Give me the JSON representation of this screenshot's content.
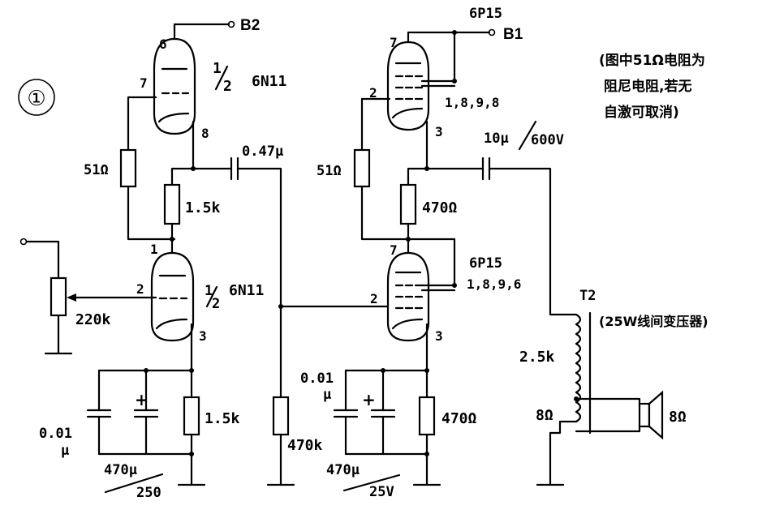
{
  "figure_number": "①",
  "labels": {
    "b2": "B2",
    "b1": "B1",
    "tube_a_pin_plate": "6",
    "tube_a_pin_grid": "7",
    "tube_a_pin_cathode": "8",
    "tube_a_fraction_num": "1",
    "tube_a_fraction_den": "2",
    "tube_a_type": "6N11",
    "tube_b_pin_plate": "1",
    "tube_b_pin_grid": "2",
    "tube_b_pin_cathode": "3",
    "tube_b_fraction_num": "1",
    "tube_b_fraction_den": "2",
    "tube_b_type": "6N11",
    "r_grid_stopper_a": "51Ω",
    "r_cathode_a": "1.5k",
    "c_coupling": "0.47μ",
    "volume_pot": "220k",
    "c_bypass_film_a": "0.01",
    "c_bypass_film_a_unit": "μ",
    "c_bypass_elec_a": "470μ",
    "c_bypass_elec_a_voltage": "250",
    "r_cathode_b": "1.5k",
    "r_grid_leak": "470k",
    "tube_c_type": "6P15",
    "tube_c_pin_plate": "7",
    "tube_c_pin_screen": "2",
    "tube_c_pin_cathode": "3",
    "tube_c_pins_other": "1,8,9,8",
    "r_grid_stopper_c": "51Ω",
    "r_cathode_c": "470Ω",
    "c_output": "10μ",
    "c_output_voltage": "600V",
    "tube_d_type": "6P15",
    "tube_d_pin_plate": "7",
    "tube_d_pin_grid": "2",
    "tube_d_pin_cathode": "3",
    "tube_d_pins_other": "1,8,9,6",
    "c_bypass_film_b": "0.01",
    "c_bypass_film_b_unit": "μ",
    "c_bypass_elec_b": "470μ",
    "c_bypass_elec_b_voltage": "25V",
    "r_cathode_d": "470Ω",
    "transformer": "T2",
    "transformer_desc": "(25W线间变压器)",
    "primary_impedance": "2.5k",
    "secondary_impedance": "8Ω",
    "speaker_impedance": "8Ω",
    "note_line1": "(图中51Ω电阻为",
    "note_line2": "阻尼电阻,若无",
    "note_line3": "自激可取消)"
  }
}
